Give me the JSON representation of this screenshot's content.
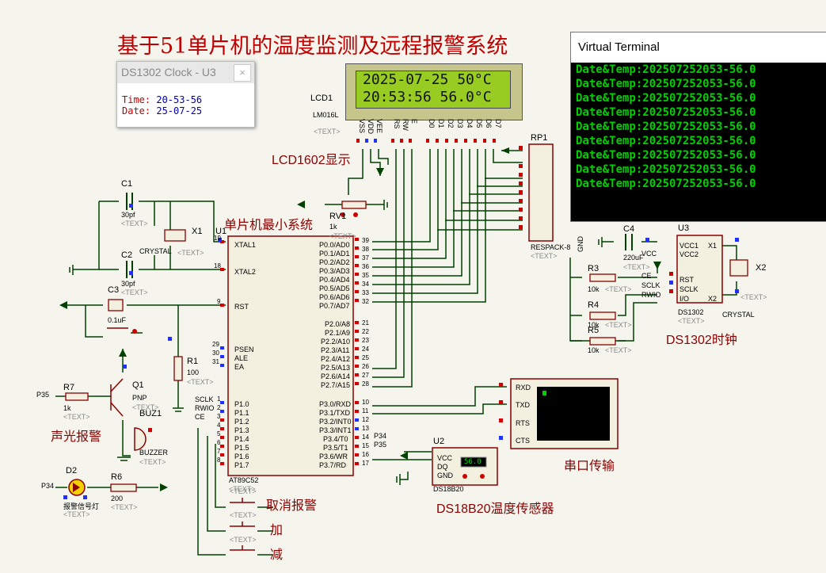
{
  "title": "基于51单片机的温度监测及远程报警系统",
  "ds1302_window": {
    "title": "DS1302 Clock - U3",
    "time_label": "Time:",
    "time_value": "20-53-56",
    "date_label": "Date:",
    "date_value": "25-07-25",
    "close_icon": "×"
  },
  "virtual_terminal": {
    "title": "Virtual Terminal",
    "lines": [
      "Date&Temp:202507252053-56.0",
      "Date&Temp:202507252053-56.0",
      "Date&Temp:202507252053-56.0",
      "Date&Temp:202507252053-56.0",
      "Date&Temp:202507252053-56.0",
      "Date&Temp:202507252053-56.0",
      "Date&Temp:202507252053-56.0",
      "Date&Temp:202507252053-56.0",
      "Date&Temp:202507252053-56.0"
    ]
  },
  "lcd": {
    "line1": "2025-07-25 50°C",
    "line2": "20:53:56  56.0°C",
    "ref": "LCD1",
    "model": "LM016L",
    "caption": "LCD1602显示",
    "pins": [
      "VSS",
      "VDD",
      "VEE",
      "RS",
      "RW",
      "E",
      "D0",
      "D1",
      "D2",
      "D3",
      "D4",
      "D5",
      "D6",
      "D7"
    ]
  },
  "mcu": {
    "ref": "U1",
    "model": "AT89C52",
    "caption": "单片机最小系统",
    "left_pins": [
      "XTAL1",
      "XTAL2",
      "RST",
      "PSEN",
      "ALE",
      "EA",
      "P1.0",
      "P1.1",
      "P1.2",
      "P1.3",
      "P1.4",
      "P1.5",
      "P1.6",
      "P1.7"
    ],
    "left_nums": [
      "19",
      "18",
      "9",
      "29",
      "30",
      "31",
      "1",
      "2",
      "3",
      "4",
      "5",
      "6",
      "7",
      "8"
    ],
    "right_pins": [
      "P0.0/AD0",
      "P0.1/AD1",
      "P0.2/AD2",
      "P0.3/AD3",
      "P0.4/AD4",
      "P0.5/AD5",
      "P0.6/AD6",
      "P0.7/AD7",
      "P2.0/A8",
      "P2.1/A9",
      "P2.2/A10",
      "P2.3/A11",
      "P2.4/A12",
      "P2.5/A13",
      "P2.6/A14",
      "P2.7/A15",
      "P3.0/RXD",
      "P3.1/TXD",
      "P3.2/INT0",
      "P3.3/INT1",
      "P3.4/T0",
      "P3.5/T1",
      "P3.6/WR",
      "P3.7/RD"
    ],
    "right_nums": [
      "39",
      "38",
      "37",
      "36",
      "35",
      "34",
      "33",
      "32",
      "21",
      "22",
      "23",
      "24",
      "25",
      "26",
      "27",
      "28",
      "10",
      "11",
      "12",
      "13",
      "14",
      "15",
      "16",
      "17"
    ],
    "p1_net_labels": [
      "SCLK",
      "RWIO",
      "CE"
    ]
  },
  "components": {
    "c1": {
      "ref": "C1",
      "value": "30pf"
    },
    "c2": {
      "ref": "C2",
      "value": "30pf"
    },
    "c3": {
      "ref": "C3",
      "value": "0.1uF"
    },
    "c4": {
      "ref": "C4",
      "value": "220uF"
    },
    "x1": {
      "ref": "X1",
      "value": "CRYSTAL"
    },
    "x2": {
      "ref": "X2",
      "value": "CRYSTAL"
    },
    "r1": {
      "ref": "R1",
      "value": "100"
    },
    "r3": {
      "ref": "R3",
      "value": "10k"
    },
    "r4": {
      "ref": "R4",
      "value": "10k"
    },
    "r5": {
      "ref": "R5",
      "value": "10k"
    },
    "r6": {
      "ref": "R6",
      "value": "200"
    },
    "r7": {
      "ref": "R7",
      "value": "1k"
    },
    "rv1": {
      "ref": "RV1",
      "value": "1k"
    },
    "rp1": {
      "ref": "RP1",
      "value": "RESPACK-8"
    },
    "q1": {
      "ref": "Q1",
      "value": "PNP"
    },
    "buz1": {
      "ref": "BUZ1",
      "value": "BUZZER"
    },
    "d2": {
      "ref": "D2",
      "value": "报警信号灯"
    },
    "u2": {
      "ref": "U2",
      "value": "DS18B20",
      "pins": [
        "VCC",
        "DQ",
        "GND"
      ],
      "reading": "56.0"
    },
    "u3": {
      "ref": "U3",
      "value": "DS1302",
      "pins_left": [
        "VCC1",
        "VCC2",
        "RST",
        "SCLK",
        "I/O"
      ],
      "pins_right": [
        "X1",
        "X2"
      ]
    },
    "text_placeholder": "<TEXT>",
    "net_p35": "P35",
    "net_p34": "P34",
    "net_vcc": "VCC",
    "net_gnd": "GND",
    "net_ce": "CE",
    "net_sclk": "SCLK",
    "net_rwio": "RWIO",
    "serial": {
      "pins": [
        "RXD",
        "TXD",
        "RTS",
        "CTS"
      ]
    }
  },
  "captions": {
    "alarm": "声光报警",
    "ds1302": "DS1302时钟",
    "ds18b20": "DS18B20温度传感器",
    "serial": "串口传输",
    "cancel": "取消报警",
    "plus": "加",
    "minus": "减"
  },
  "colors": {
    "wire": "#004000",
    "part_border": "#8b0000",
    "part_fill": "#f3f0e0",
    "pin_red": "#d00000",
    "pin_blue": "#2030ff",
    "terminal_text": "#00d000",
    "lcd_screen": "#99cc22",
    "title": "#c00000"
  }
}
